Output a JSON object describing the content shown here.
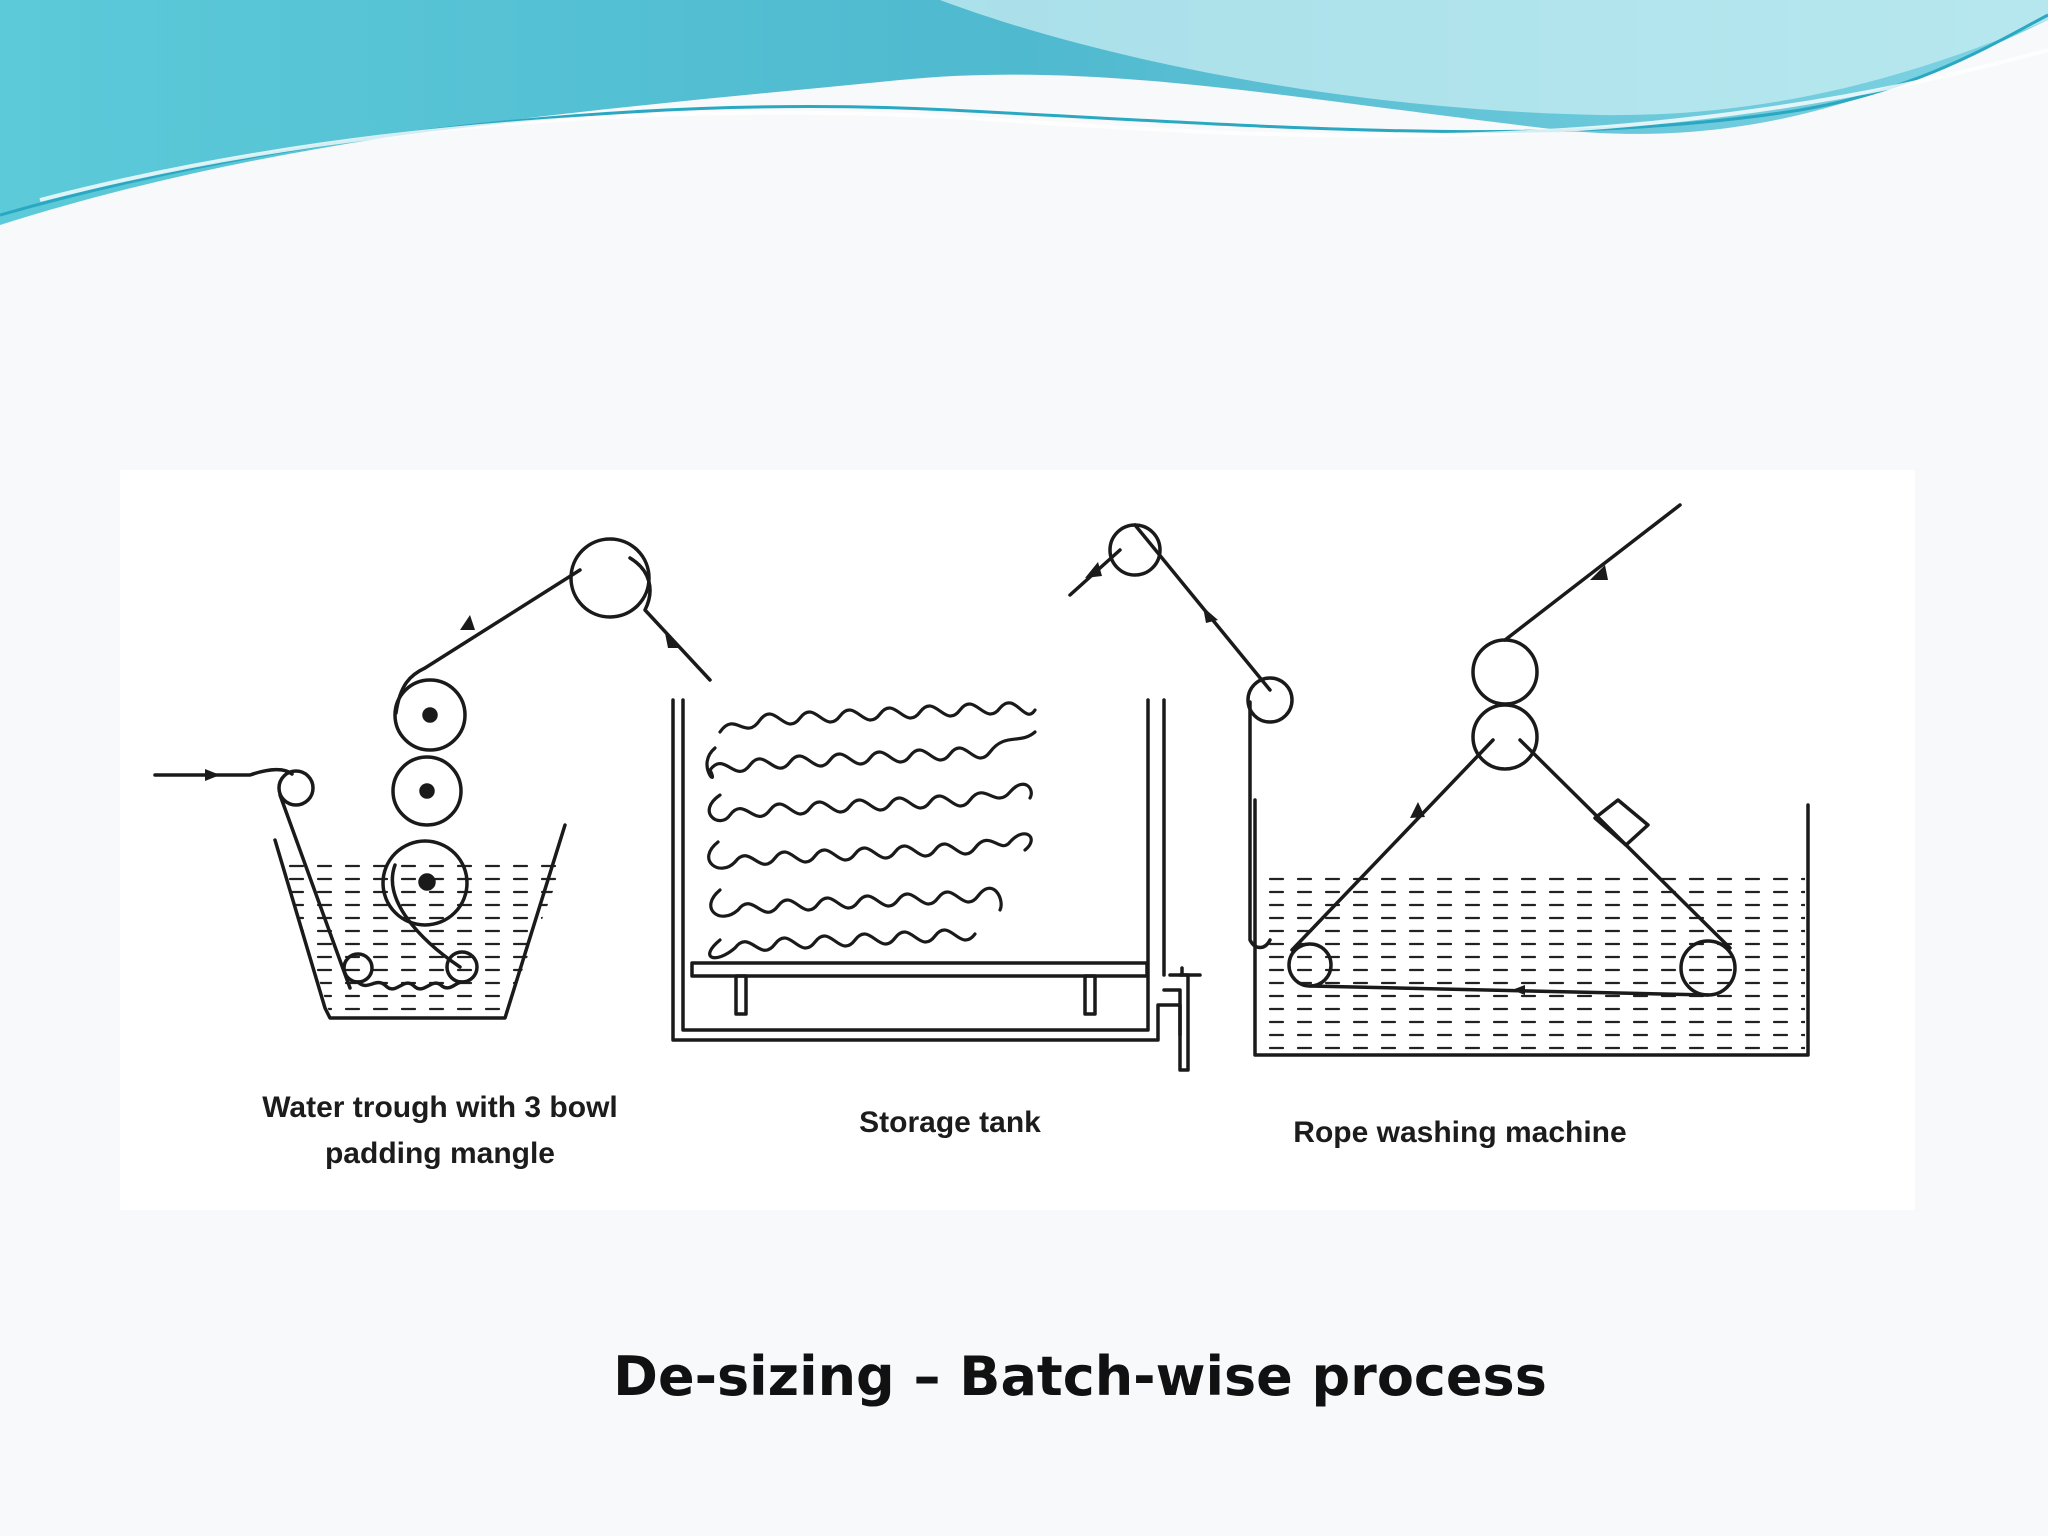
{
  "caption": "De-sizing – Batch-wise process",
  "diagram": {
    "labels": {
      "trough": "Water trough with 3 bowl padding mangle",
      "trough_line1": "Water trough with 3 bowl",
      "trough_line2": "padding mangle",
      "tank": "Storage tank",
      "rope": "Rope washing machine"
    }
  },
  "colors": {
    "wave_dark": "#4fc3d6",
    "wave_light": "#a6e2ec",
    "line": "#1a1a1a"
  }
}
